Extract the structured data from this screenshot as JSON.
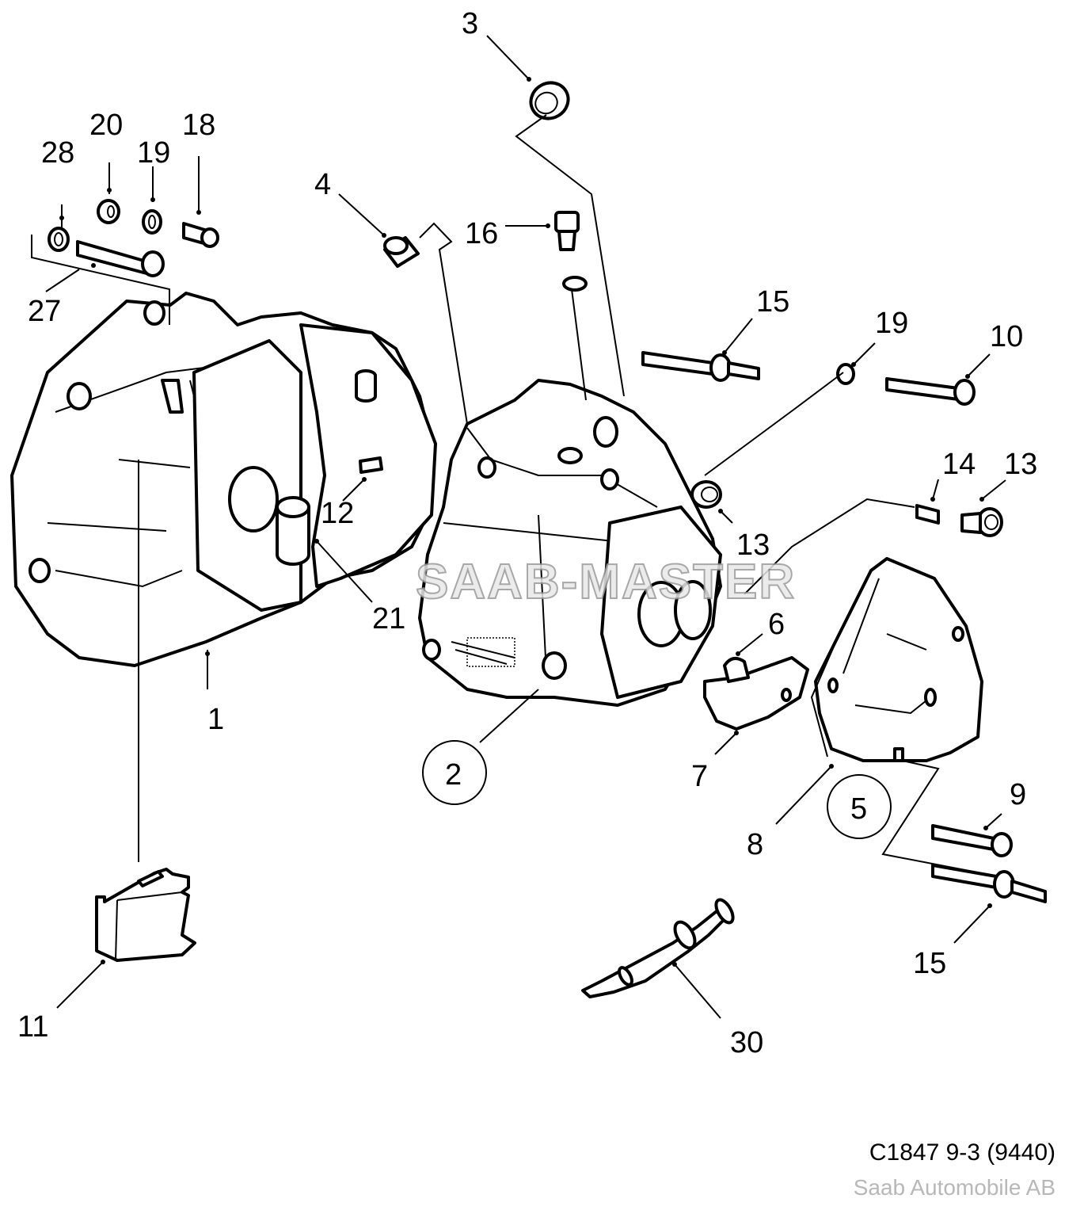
{
  "diagram": {
    "title_code": "C1847 9-3 (9440)",
    "copyright": "Saab Automobile AB",
    "watermark": "SAAB-MASTER",
    "callouts": [
      {
        "id": "c1",
        "label": "1"
      },
      {
        "id": "c2",
        "label": "2",
        "circled": true
      },
      {
        "id": "c3",
        "label": "3"
      },
      {
        "id": "c4",
        "label": "4"
      },
      {
        "id": "c5",
        "label": "5",
        "circled": true
      },
      {
        "id": "c6",
        "label": "6"
      },
      {
        "id": "c7",
        "label": "7"
      },
      {
        "id": "c8",
        "label": "8"
      },
      {
        "id": "c9",
        "label": "9"
      },
      {
        "id": "c10",
        "label": "10"
      },
      {
        "id": "c11",
        "label": "11"
      },
      {
        "id": "c12",
        "label": "12"
      },
      {
        "id": "c13a",
        "label": "13"
      },
      {
        "id": "c13b",
        "label": "13"
      },
      {
        "id": "c14",
        "label": "14"
      },
      {
        "id": "c15a",
        "label": "15"
      },
      {
        "id": "c15b",
        "label": "15"
      },
      {
        "id": "c16",
        "label": "16"
      },
      {
        "id": "c18",
        "label": "18"
      },
      {
        "id": "c19a",
        "label": "19"
      },
      {
        "id": "c19b",
        "label": "19"
      },
      {
        "id": "c20",
        "label": "20"
      },
      {
        "id": "c21",
        "label": "21"
      },
      {
        "id": "c27",
        "label": "27"
      },
      {
        "id": "c28",
        "label": "28"
      },
      {
        "id": "c30",
        "label": "30"
      }
    ]
  }
}
